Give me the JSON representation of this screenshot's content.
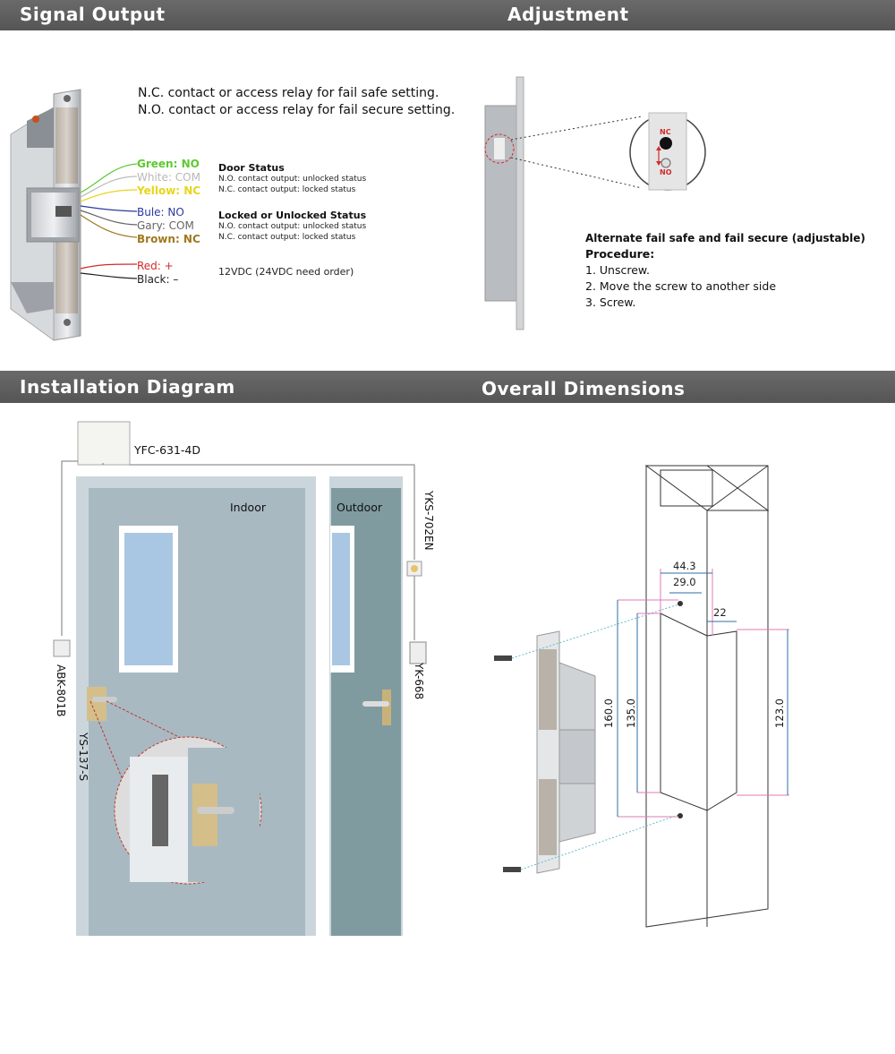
{
  "headers": {
    "signal_output": "Signal Output",
    "adjustment": "Adjustment",
    "installation": "Installation Diagram",
    "dimensions": "Overall Dimensions"
  },
  "signal": {
    "line1": "N.C. contact or access relay for fail safe setting.",
    "line2": "N.O. contact or access relay for fail secure setting.",
    "wires": [
      {
        "text": "Green: NO",
        "color": "#5ec832"
      },
      {
        "text": "White: COM",
        "color": "#b8b8b8"
      },
      {
        "text": "Yellow: NC",
        "color": "#e8d51a"
      },
      {
        "text": "Bule: NO",
        "color": "#2b3aa0"
      },
      {
        "text": "Gary: COM",
        "color": "#666666"
      },
      {
        "text": "Brown: NC",
        "color": "#a0781e"
      },
      {
        "text": "Red: +",
        "color": "#d42a2a"
      },
      {
        "text": "Black: –",
        "color": "#222222"
      }
    ],
    "door_status": {
      "title": "Door Status",
      "l1": "N.O. contact output: unlocked status",
      "l2": "N.C. contact output: locked status"
    },
    "lock_status": {
      "title": "Locked or Unlocked Status",
      "l1": "N.O. contact output: unlocked status",
      "l2": "N.C. contact output: locked status"
    },
    "power": "12VDC (24VDC need order)"
  },
  "adjustment": {
    "nc": "NC",
    "no": "NO",
    "heading": "Alternate fail safe and fail secure (adjustable)",
    "procedure": "Procedure:",
    "steps": [
      "1. Unscrew.",
      "2. Move the screw to another side",
      "3. Screw."
    ]
  },
  "installation": {
    "controller": "YFC-631-4D",
    "indoor": "Indoor",
    "outdoor": "Outdoor",
    "exit_button": "YKS-702EN",
    "keypad": "YK-668",
    "button": "ABK-801B",
    "strike": "YS-137-S"
  },
  "dimensions": {
    "d1": "44.3",
    "d2": "29.0",
    "d3": "22",
    "h1": "160.0",
    "h2": "135.0",
    "h3": "123.0"
  }
}
